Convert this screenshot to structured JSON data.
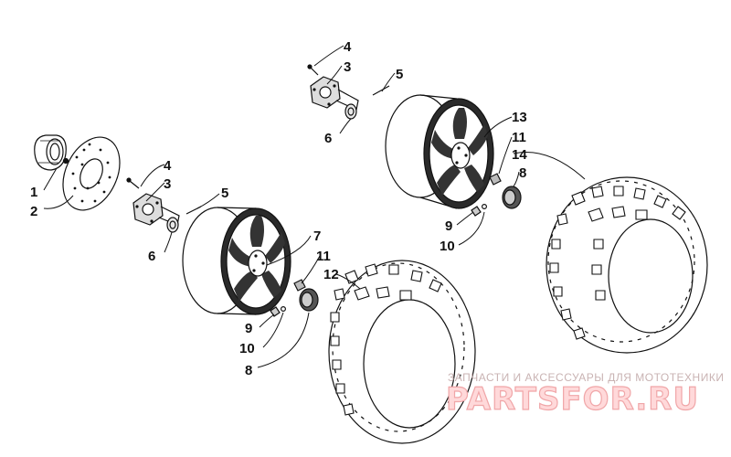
{
  "callouts": {
    "c1": "1",
    "c2": "2",
    "c3a": "3",
    "c4a": "4",
    "c5a": "5",
    "c6a": "6",
    "c7": "7",
    "c11a": "11",
    "c12": "12",
    "c9a": "9",
    "c10a": "10",
    "c8a": "8",
    "c4b": "4",
    "c3b": "3",
    "c5b": "5",
    "c6b": "6",
    "c13": "13",
    "c11b": "11",
    "c14": "14",
    "c8b": "8",
    "c9b": "9",
    "c10b": "10"
  },
  "watermark": {
    "tagline": "ЗАПЧАСТИ И АКСЕССУАРЫ ДЛЯ МОТОТЕХНИКИ",
    "brand": "PARTSFOR.RU"
  },
  "colors": {
    "ink": "#111111",
    "watermark_fill": "#ffd9da",
    "watermark_stroke": "#f0a6a8",
    "tagline": "#c9b3b3"
  }
}
